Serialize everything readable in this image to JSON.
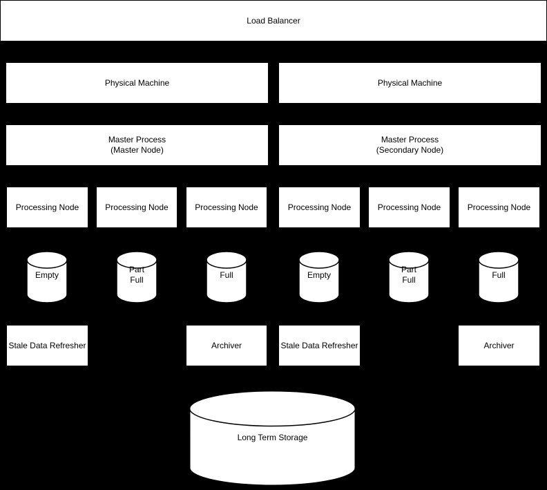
{
  "colors": {
    "background": "#000000",
    "shape_fill": "#ffffff",
    "shape_stroke": "#000000",
    "text_color": "#000000"
  },
  "load_balancer": {
    "label": "Load Balancer"
  },
  "physical_machines": [
    {
      "label": "Physical Machine"
    },
    {
      "label": "Physical Machine"
    }
  ],
  "master_processes": [
    {
      "line1": "Master Process",
      "line2": "(Master Node)"
    },
    {
      "line1": "Master Process",
      "line2": "(Secondary Node)"
    }
  ],
  "processing_nodes": [
    {
      "label": "Processing Node"
    },
    {
      "label": "Processing Node"
    },
    {
      "label": "Processing Node"
    },
    {
      "label": "Processing Node"
    },
    {
      "label": "Processing Node"
    },
    {
      "label": "Processing Node"
    }
  ],
  "buffers": [
    {
      "line1": "Empty",
      "line2": ""
    },
    {
      "line1": "Part",
      "line2": "Full"
    },
    {
      "line1": "Full",
      "line2": ""
    },
    {
      "line1": "Empty",
      "line2": ""
    },
    {
      "line1": "Part",
      "line2": "Full"
    },
    {
      "line1": "Full",
      "line2": ""
    }
  ],
  "workers": [
    {
      "label": "Stale Data Refresher"
    },
    {
      "label": "Archiver"
    },
    {
      "label": "Stale Data Refresher"
    },
    {
      "label": "Archiver"
    }
  ],
  "storage": {
    "label": "Long Term Storage"
  }
}
